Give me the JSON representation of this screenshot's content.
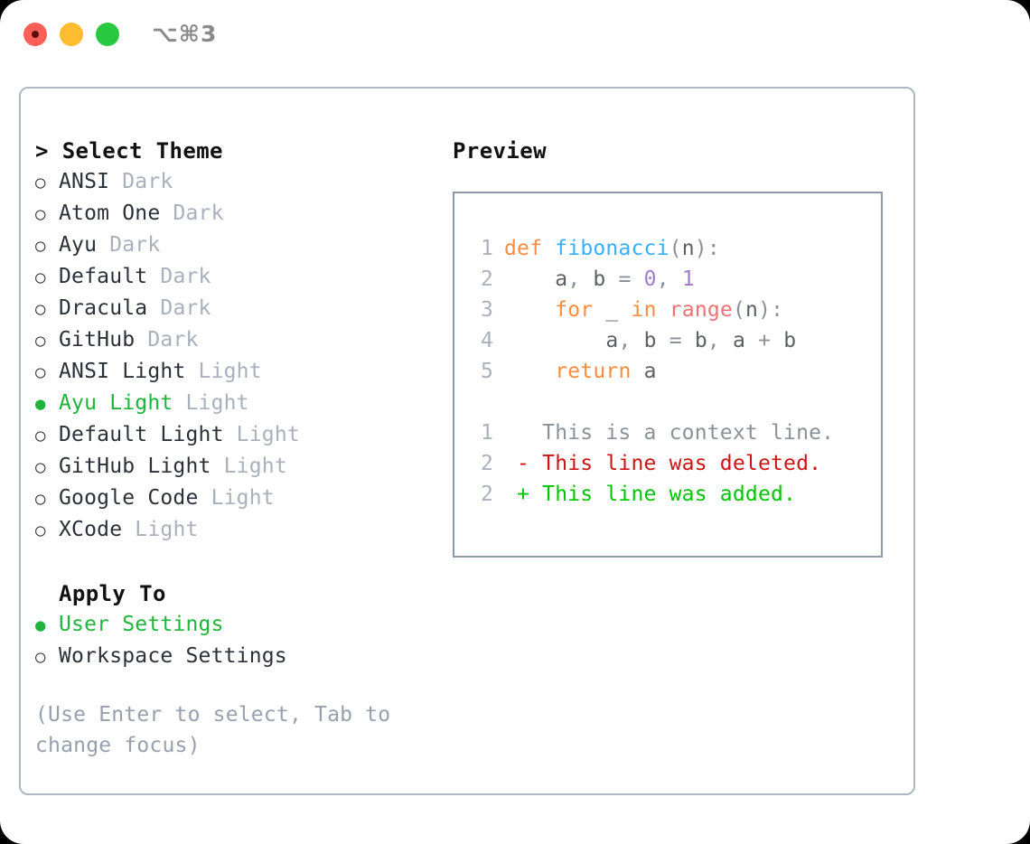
{
  "window": {
    "traffic_lights": [
      "close",
      "minimize",
      "maximize"
    ],
    "shortcut": "⌥⌘3"
  },
  "theme_picker": {
    "header": "> Select Theme",
    "bullet_selected": "●",
    "bullet_unselected": "○",
    "items": [
      {
        "name": "ANSI",
        "variant": "Dark",
        "selected": false
      },
      {
        "name": "Atom One",
        "variant": "Dark",
        "selected": false
      },
      {
        "name": "Ayu",
        "variant": "Dark",
        "selected": false
      },
      {
        "name": "Default",
        "variant": "Dark",
        "selected": false
      },
      {
        "name": "Dracula",
        "variant": "Dark",
        "selected": false
      },
      {
        "name": "GitHub",
        "variant": "Dark",
        "selected": false
      },
      {
        "name": "ANSI Light",
        "variant": "Light",
        "selected": false
      },
      {
        "name": "Ayu Light",
        "variant": "Light",
        "selected": true
      },
      {
        "name": "Default Light",
        "variant": "Light",
        "selected": false
      },
      {
        "name": "GitHub Light",
        "variant": "Light",
        "selected": false
      },
      {
        "name": "Google Code",
        "variant": "Light",
        "selected": false
      },
      {
        "name": "XCode",
        "variant": "Light",
        "selected": false
      }
    ]
  },
  "apply_to": {
    "header": "Apply To",
    "items": [
      {
        "name": "User Settings",
        "selected": true
      },
      {
        "name": "Workspace Settings",
        "selected": false
      }
    ]
  },
  "hint": "(Use Enter to select, Tab to change focus)",
  "preview": {
    "title": "Preview",
    "code_lines": [
      {
        "no": "1",
        "text": "def fibonacci(n):"
      },
      {
        "no": "2",
        "text": "    a, b = 0, 1"
      },
      {
        "no": "3",
        "text": "    for _ in range(n):"
      },
      {
        "no": "4",
        "text": "        a, b = b, a + b"
      },
      {
        "no": "5",
        "text": "    return a"
      }
    ],
    "diff_lines": [
      {
        "no": "1",
        "marker": " ",
        "text": "This is a context line.",
        "kind": "context"
      },
      {
        "no": "2",
        "marker": "-",
        "text": "This line was deleted.",
        "kind": "deleted"
      },
      {
        "no": "2",
        "marker": "+",
        "text": "This line was added.",
        "kind": "added"
      }
    ]
  },
  "colors": {
    "keyword": "#fa8d3e",
    "function": "#39afff",
    "number": "#a37acc",
    "builtin": "#f07171",
    "punctuation": "#8a9199",
    "selected_green": "#1fb53c",
    "variant_gray": "#a8b0bc",
    "hint_gray": "#96a0ae",
    "diff_deleted": "#cc1414",
    "diff_added": "#00c400",
    "border": "#aeb6c2"
  }
}
